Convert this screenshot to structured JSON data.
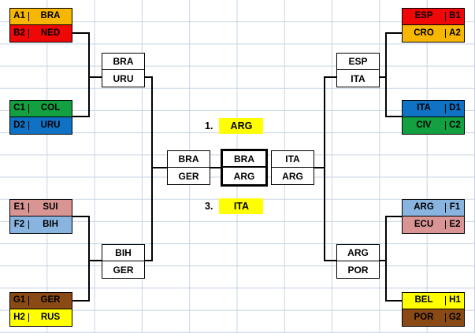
{
  "colors": {
    "grid": "#c8d4e4",
    "line": "#000000",
    "highlight": "#ffff00",
    "bra": "#f7b600",
    "ned": "#f00808",
    "col": "#12a041",
    "uru": "#1072c4",
    "sui": "#d99494",
    "bih": "#8ab4e0",
    "ger": "#8a4a15",
    "rus": "#ffff00",
    "esp": "#f00808",
    "cro": "#f7b600",
    "ita": "#1072c4",
    "civ": "#12a041",
    "arg": "#8ab4e0",
    "ecu": "#d99494",
    "bel": "#ffff00",
    "por": "#8a4a15"
  },
  "groups": {
    "left": [
      {
        "name": "group-a1-b2",
        "rows": [
          {
            "code": "A1",
            "team": "BRA",
            "color": "#f7b600"
          },
          {
            "code": "B2",
            "team": "NED",
            "color": "#f00808"
          }
        ]
      },
      {
        "name": "group-c1-d2",
        "rows": [
          {
            "code": "C1",
            "team": "COL",
            "color": "#12a041"
          },
          {
            "code": "D2",
            "team": "URU",
            "color": "#1072c4"
          }
        ]
      },
      {
        "name": "group-e1-f2",
        "rows": [
          {
            "code": "E1",
            "team": "SUI",
            "color": "#d99494"
          },
          {
            "code": "F2",
            "team": "BIH",
            "color": "#8ab4e0"
          }
        ]
      },
      {
        "name": "group-g1-h2",
        "rows": [
          {
            "code": "G1",
            "team": "GER",
            "color": "#8a4a15"
          },
          {
            "code": "H2",
            "team": "RUS",
            "color": "#ffff00"
          }
        ]
      }
    ],
    "right": [
      {
        "name": "group-b1-a2",
        "rows": [
          {
            "code": "B1",
            "team": "ESP",
            "color": "#f00808"
          },
          {
            "code": "A2",
            "team": "CRO",
            "color": "#f7b600"
          }
        ]
      },
      {
        "name": "group-d1-c2",
        "rows": [
          {
            "code": "D1",
            "team": "ITA",
            "color": "#1072c4"
          },
          {
            "code": "C2",
            "team": "CIV",
            "color": "#12a041"
          }
        ]
      },
      {
        "name": "group-f1-e2",
        "rows": [
          {
            "code": "F1",
            "team": "ARG",
            "color": "#8ab4e0"
          },
          {
            "code": "E2",
            "team": "ECU",
            "color": "#d99494"
          }
        ]
      },
      {
        "name": "group-h1-g2",
        "rows": [
          {
            "code": "H1",
            "team": "BEL",
            "color": "#ffff00"
          },
          {
            "code": "G2",
            "team": "POR",
            "color": "#8a4a15"
          }
        ]
      }
    ]
  },
  "matches": {
    "r16_left_top": {
      "top": "BRA",
      "bottom": "URU"
    },
    "r16_left_bottom": {
      "top": "BIH",
      "bottom": "GER"
    },
    "r16_right_top": {
      "top": "ESP",
      "bottom": "ITA"
    },
    "r16_right_bottom": {
      "top": "ARG",
      "bottom": "POR"
    },
    "semi_left": {
      "top": "BRA",
      "bottom": "GER"
    },
    "semi_right": {
      "top": "ITA",
      "bottom": "ARG"
    },
    "final": {
      "top": "BRA",
      "bottom": "ARG"
    }
  },
  "placements": [
    {
      "rank": "1.",
      "team": "ARG"
    },
    {
      "rank": "3.",
      "team": "ITA"
    }
  ]
}
